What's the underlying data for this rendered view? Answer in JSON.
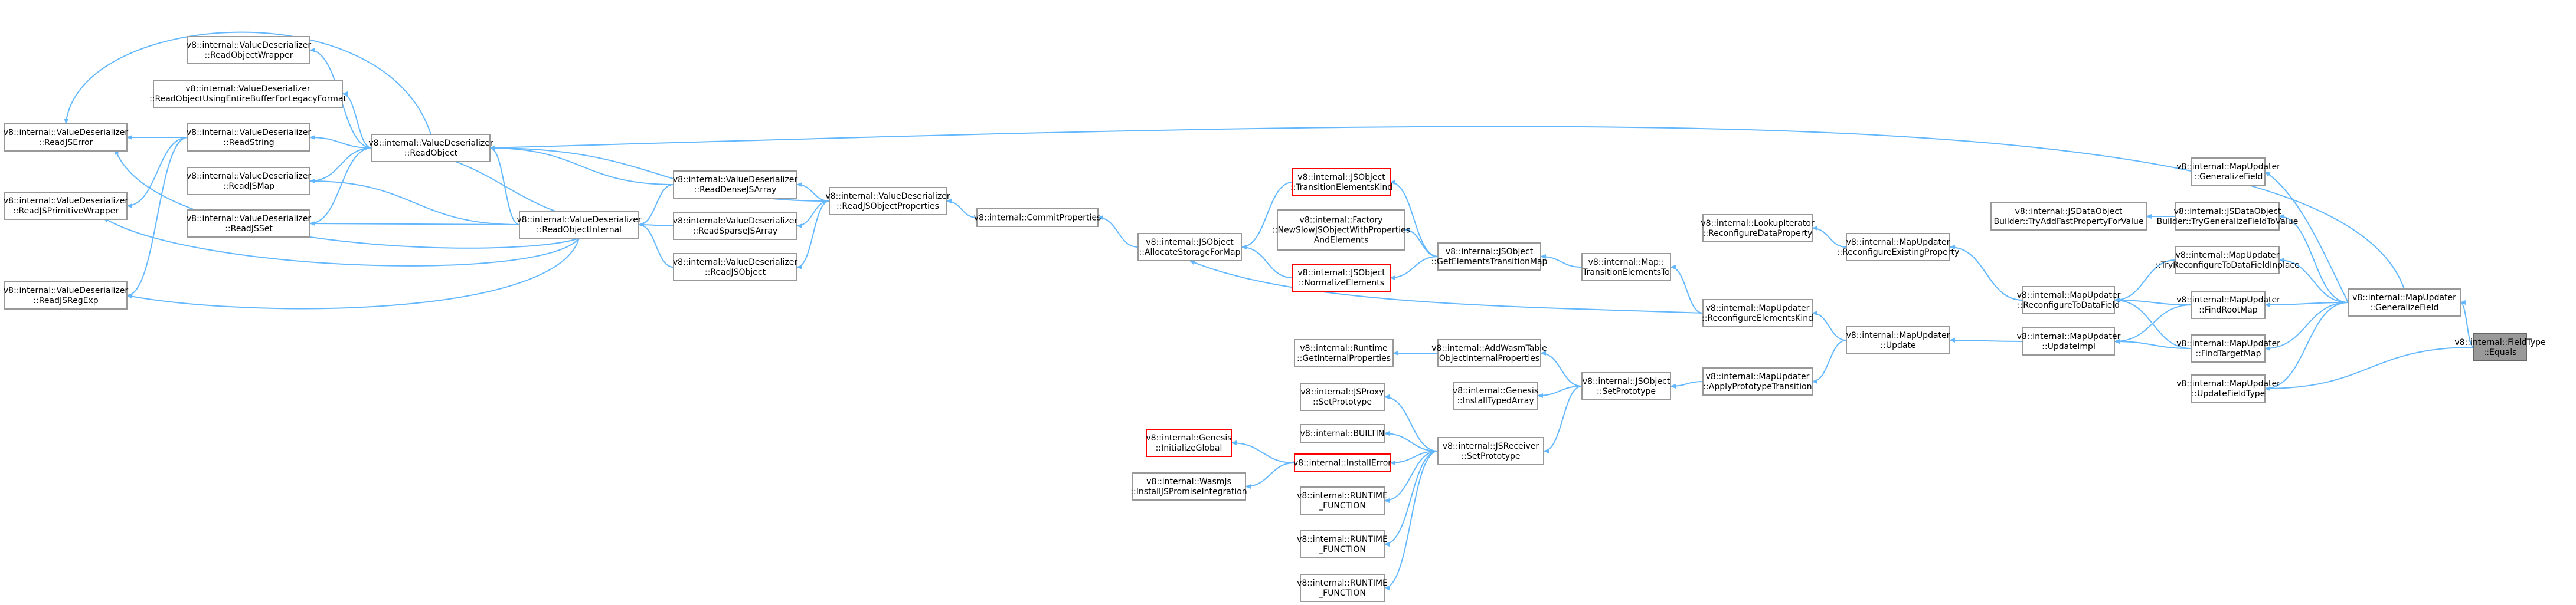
{
  "colors": {
    "node_border": "#999999",
    "highlight_border": "#ff0000",
    "current_fill": "#999999",
    "edge": "#63b8ff"
  },
  "nodes": [
    {
      "id": "fieldtype-equals",
      "lines": [
        "v8::internal::FieldType",
        "::Equals"
      ],
      "style": "current"
    },
    {
      "id": "generalizefield",
      "lines": [
        "v8::internal::MapUpdater",
        "::GeneralizeField"
      ],
      "style": "normal"
    },
    {
      "id": "generalizefield2",
      "lines": [
        "v8::internal::MapUpdater",
        "::GeneralizeField"
      ],
      "style": "normal"
    },
    {
      "id": "trygeneralizefieldtovalue",
      "lines": [
        "v8::internal::JSDataObject",
        "Builder::TryGeneralizeFieldToValue"
      ],
      "style": "normal"
    },
    {
      "id": "tryaddfastproperty",
      "lines": [
        "v8::internal::JSDataObject",
        "Builder::TryAddFastPropertyForValue"
      ],
      "style": "normal"
    },
    {
      "id": "tryreconfigure",
      "lines": [
        "v8::internal::MapUpdater",
        "::TryReconfigureToDataFieldInplace"
      ],
      "style": "normal"
    },
    {
      "id": "findrootmap",
      "lines": [
        "v8::internal::MapUpdater",
        "::FindRootMap"
      ],
      "style": "normal"
    },
    {
      "id": "findtargetmap",
      "lines": [
        "v8::internal::MapUpdater",
        "::FindTargetMap"
      ],
      "style": "normal"
    },
    {
      "id": "updatefieldtype",
      "lines": [
        "v8::internal::MapUpdater",
        "::UpdateFieldType"
      ],
      "style": "normal"
    },
    {
      "id": "reconfiguretodatafield",
      "lines": [
        "v8::internal::MapUpdater",
        "::ReconfigureToDataField"
      ],
      "style": "normal"
    },
    {
      "id": "updateimpl",
      "lines": [
        "v8::internal::MapUpdater",
        "::UpdateImpl"
      ],
      "style": "normal"
    },
    {
      "id": "reconfigureexisting",
      "lines": [
        "v8::internal::MapUpdater",
        "::ReconfigureExistingProperty"
      ],
      "style": "normal"
    },
    {
      "id": "update",
      "lines": [
        "v8::internal::MapUpdater",
        "::Update"
      ],
      "style": "normal"
    },
    {
      "id": "lookupiterator",
      "lines": [
        "v8::internal::LookupIterator",
        "::ReconfigureDataProperty"
      ],
      "style": "normal"
    },
    {
      "id": "reconfigureelementskind",
      "lines": [
        "v8::internal::MapUpdater",
        "::ReconfigureElementsKind"
      ],
      "style": "normal"
    },
    {
      "id": "applyprototypetransition",
      "lines": [
        "v8::internal::MapUpdater",
        "::ApplyPrototypeTransition"
      ],
      "style": "normal"
    },
    {
      "id": "transitionelementsto",
      "lines": [
        "v8::internal::Map::",
        "TransitionElementsTo"
      ],
      "style": "normal"
    },
    {
      "id": "getelementstransitionmap",
      "lines": [
        "v8::internal::JSObject",
        "::GetElementsTransitionMap"
      ],
      "style": "normal"
    },
    {
      "id": "transitionelementskind",
      "lines": [
        "v8::internal::JSObject",
        "::TransitionElementsKind"
      ],
      "style": "red"
    },
    {
      "id": "newslowjsobject",
      "lines": [
        "v8::internal::Factory",
        "::NewSlowJSObjectWithProperties",
        "AndElements"
      ],
      "style": "normal"
    },
    {
      "id": "normalizeelements",
      "lines": [
        "v8::internal::JSObject",
        "::NormalizeElements"
      ],
      "style": "red"
    },
    {
      "id": "allocatestorageformap",
      "lines": [
        "v8::internal::JSObject",
        "::AllocateStorageForMap"
      ],
      "style": "normal"
    },
    {
      "id": "commitproperties",
      "lines": [
        "v8::internal::CommitProperties"
      ],
      "style": "normal"
    },
    {
      "id": "readjsobjectproperties",
      "lines": [
        "v8::internal::ValueDeserializer",
        "::ReadJSObjectProperties"
      ],
      "style": "normal"
    },
    {
      "id": "readdensejsarray",
      "lines": [
        "v8::internal::ValueDeserializer",
        "::ReadDenseJSArray"
      ],
      "style": "normal"
    },
    {
      "id": "readsparsejsarray",
      "lines": [
        "v8::internal::ValueDeserializer",
        "::ReadSparseJSArray"
      ],
      "style": "normal"
    },
    {
      "id": "readjsobject",
      "lines": [
        "v8::internal::ValueDeserializer",
        "::ReadJSObject"
      ],
      "style": "normal"
    },
    {
      "id": "readobject",
      "lines": [
        "v8::internal::ValueDeserializer",
        "::ReadObject"
      ],
      "style": "normal"
    },
    {
      "id": "readobjectinternal",
      "lines": [
        "v8::internal::ValueDeserializer",
        "::ReadObjectInternal"
      ],
      "style": "normal"
    },
    {
      "id": "readobjectwrapper",
      "lines": [
        "v8::internal::ValueDeserializer",
        "::ReadObjectWrapper"
      ],
      "style": "normal"
    },
    {
      "id": "readobjectusingentire",
      "lines": [
        "v8::internal::ValueDeserializer",
        "::ReadObjectUsingEntireBufferForLegacyFormat"
      ],
      "style": "normal"
    },
    {
      "id": "readstring",
      "lines": [
        "v8::internal::ValueDeserializer",
        "::ReadString"
      ],
      "style": "normal"
    },
    {
      "id": "readjsmap",
      "lines": [
        "v8::internal::ValueDeserializer",
        "::ReadJSMap"
      ],
      "style": "normal"
    },
    {
      "id": "readjsset",
      "lines": [
        "v8::internal::ValueDeserializer",
        "::ReadJSSet"
      ],
      "style": "normal"
    },
    {
      "id": "readjserror",
      "lines": [
        "v8::internal::ValueDeserializer",
        "::ReadJSError"
      ],
      "style": "normal"
    },
    {
      "id": "readjsprimitivewrapper",
      "lines": [
        "v8::internal::ValueDeserializer",
        "::ReadJSPrimitiveWrapper"
      ],
      "style": "normal"
    },
    {
      "id": "readjsregexp",
      "lines": [
        "v8::internal::ValueDeserializer",
        "::ReadJSRegExp"
      ],
      "style": "normal"
    },
    {
      "id": "getinternalproperties",
      "lines": [
        "v8::internal::Runtime",
        "::GetInternalProperties"
      ],
      "style": "normal"
    },
    {
      "id": "addwasmtable",
      "lines": [
        "v8::internal::AddWasmTable",
        "ObjectInternalProperties"
      ],
      "style": "normal"
    },
    {
      "id": "installtypedarray",
      "lines": [
        "v8::internal::Genesis",
        "::InstallTypedArray"
      ],
      "style": "normal"
    },
    {
      "id": "jsobject-setprototype",
      "lines": [
        "v8::internal::JSObject",
        "::SetPrototype"
      ],
      "style": "normal"
    },
    {
      "id": "jsproxy-setprototype",
      "lines": [
        "v8::internal::JSProxy",
        "::SetPrototype"
      ],
      "style": "normal"
    },
    {
      "id": "builtin",
      "lines": [
        "v8::internal::BUILTIN"
      ],
      "style": "normal"
    },
    {
      "id": "installerror",
      "lines": [
        "v8::internal::InstallError"
      ],
      "style": "red"
    },
    {
      "id": "initializeglobal",
      "lines": [
        "v8::internal::Genesis",
        "::InitializeGlobal"
      ],
      "style": "red"
    },
    {
      "id": "installjspromise",
      "lines": [
        "v8::internal::WasmJs",
        "::InstallJSPromiseIntegration"
      ],
      "style": "normal"
    },
    {
      "id": "jsreceiver-setprototype",
      "lines": [
        "v8::internal::JSReceiver",
        "::SetPrototype"
      ],
      "style": "normal"
    },
    {
      "id": "runtime-function-1",
      "lines": [
        "v8::internal::RUNTIME",
        "_FUNCTION"
      ],
      "style": "normal"
    },
    {
      "id": "runtime-function-2",
      "lines": [
        "v8::internal::RUNTIME",
        "_FUNCTION"
      ],
      "style": "normal"
    },
    {
      "id": "runtime-function-3",
      "lines": [
        "v8::internal::RUNTIME",
        "_FUNCTION"
      ],
      "style": "normal"
    }
  ]
}
